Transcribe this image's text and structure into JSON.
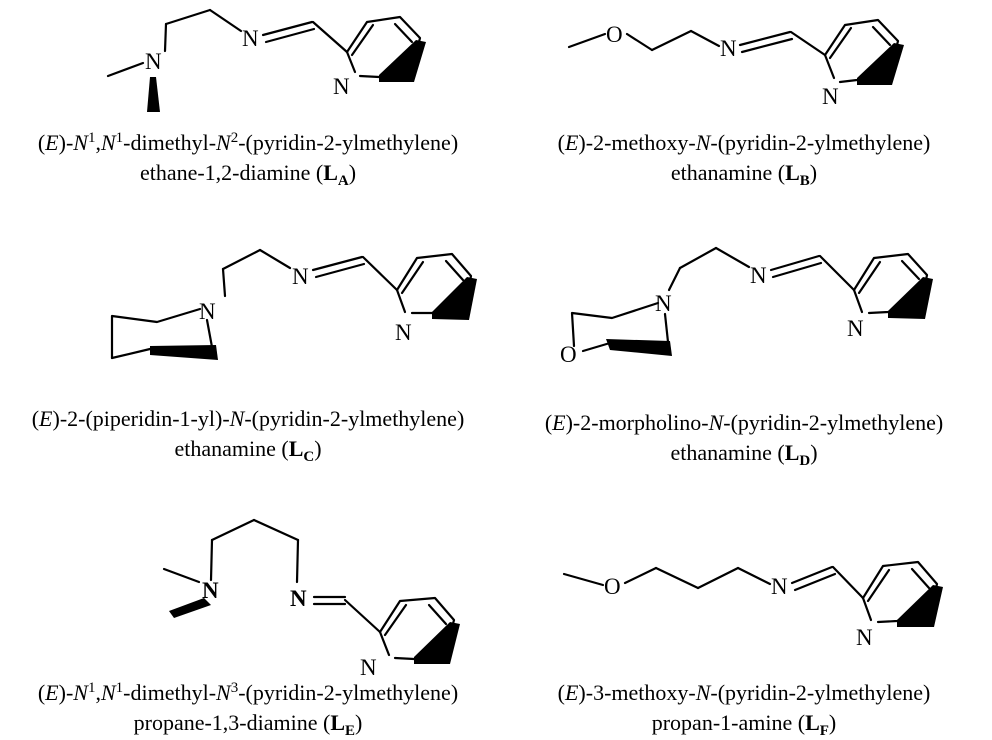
{
  "figure": {
    "atoms": {
      "nitrogen": "N",
      "oxygen": "O"
    },
    "ligands": [
      {
        "id": "A",
        "caption_line1": [
          "(",
          "E",
          ")-",
          "N",
          "1",
          ",",
          "N",
          "1",
          "-dimethyl-",
          "N",
          "2",
          "-(pyridin-2-ylmethylene)"
        ],
        "caption_line2": "ethane-1,2-diamine (",
        "label_letter": "L",
        "label_sub": "A",
        "caption_close": ")"
      },
      {
        "id": "B",
        "caption_line1": [
          "(",
          "E",
          ")-2-methoxy-",
          "N",
          "-(pyridin-2-ylmethylene)"
        ],
        "caption_line2": "ethanamine (",
        "label_letter": "L",
        "label_sub": "B",
        "caption_close": ")"
      },
      {
        "id": "C",
        "caption_line1": [
          "(",
          "E",
          ")-2-(piperidin-1-yl)-",
          "N",
          "-(pyridin-2-ylmethylene)"
        ],
        "caption_line2": "ethanamine (",
        "label_letter": "L",
        "label_sub": "C",
        "caption_close": ")"
      },
      {
        "id": "D",
        "caption_line1": [
          "(",
          "E",
          ")-2-morpholino-",
          "N",
          "-(pyridin-2-ylmethylene)"
        ],
        "caption_line2": "ethanamine (",
        "label_letter": "L",
        "label_sub": "D",
        "caption_close": ")"
      },
      {
        "id": "E",
        "caption_line1": [
          "(",
          "E",
          ")-",
          "N",
          "1",
          ",",
          "N",
          "1",
          "-dimethyl-",
          "N",
          "3",
          "-(pyridin-2-ylmethylene)"
        ],
        "caption_line2": "propane-1,3-diamine (",
        "label_letter": "L",
        "label_sub": "E",
        "caption_close": ")"
      },
      {
        "id": "F",
        "caption_line1": [
          "(",
          "E",
          ")-3-methoxy-",
          "N",
          "-(pyridin-2-ylmethylene)"
        ],
        "caption_line2": "propan-1-amine (",
        "label_letter": "L",
        "label_sub": "F",
        "caption_close": ")"
      }
    ]
  }
}
